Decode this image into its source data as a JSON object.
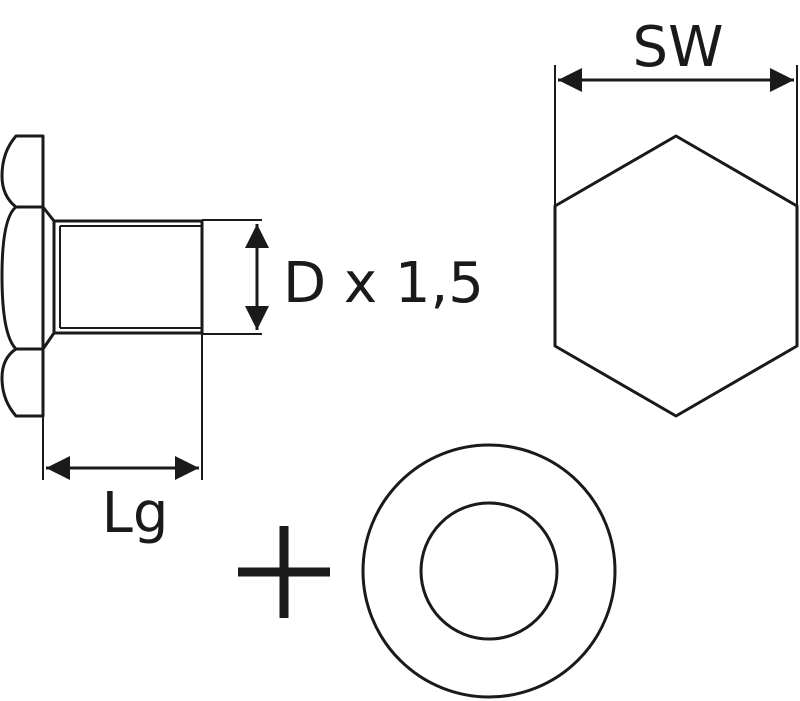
{
  "labels": {
    "wrench_size": "SW",
    "thread_spec": "D x 1,5",
    "thread_length": "Lg"
  },
  "colors": {
    "stroke": "#1a1a1a",
    "background": "#ffffff"
  }
}
